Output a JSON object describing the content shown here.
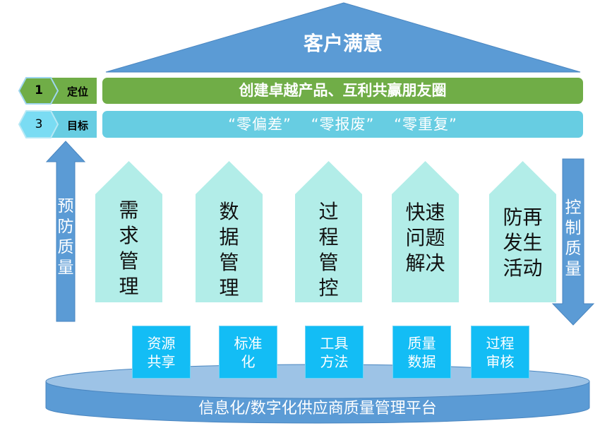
{
  "roof": {
    "title": "客户满意"
  },
  "rows": [
    {
      "number": "1",
      "label": "定位",
      "text": "创建卓越产品、互利共赢朋友圈",
      "color": "#70ad47"
    },
    {
      "number": "3",
      "label": "目标",
      "items": [
        "“零偏差”",
        "“零报废”",
        "“零重复”"
      ],
      "color": "#67cde2"
    }
  ],
  "left_arrow": {
    "text": "预防质量"
  },
  "right_arrow": {
    "text": "控制质量"
  },
  "pillars": [
    "需求管理",
    "数据管理",
    "过程管控",
    "快速问题解决",
    "防再发生活动"
  ],
  "foundations": [
    "资源共享",
    "标准化",
    "工具方法",
    "质量数据",
    "过程审核"
  ],
  "platform": {
    "text": "信息化/数字化供应商质量管理平台"
  }
}
